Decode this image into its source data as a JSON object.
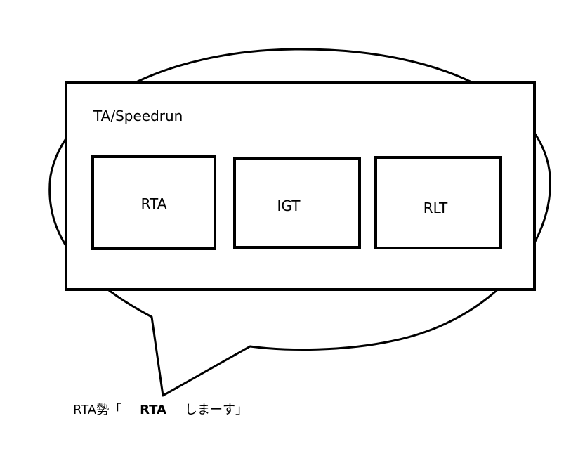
{
  "diagram": {
    "outer_box": {
      "label": "TA/Speedrun"
    },
    "inner_boxes": [
      {
        "label": "RTA"
      },
      {
        "label": "IGT"
      },
      {
        "label": "RLT"
      }
    ],
    "caption": {
      "speaker": "RTA勢「",
      "emphasis": "RTA",
      "rest": "しまーす」"
    }
  }
}
